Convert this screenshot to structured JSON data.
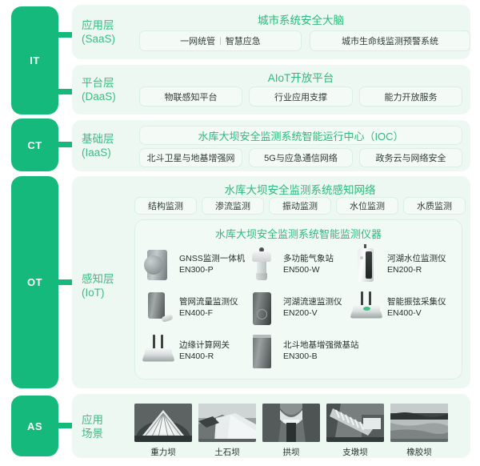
{
  "rails": [
    {
      "label": "IT"
    },
    {
      "label": "CT"
    },
    {
      "label": "OT"
    },
    {
      "label": "AS"
    }
  ],
  "layers": {
    "saas": {
      "label_cn": "应用层",
      "label_en": "(SaaS)",
      "title": "城市系统安全大脑",
      "chips": [
        {
          "parts": [
            "一网统管",
            "智慧应急"
          ],
          "separator": "|"
        },
        {
          "text": "城市生命线监测预警系统"
        }
      ]
    },
    "daas": {
      "label_cn": "平台层",
      "label_en": "(DaaS)",
      "title": "AIoT开放平台",
      "chips": [
        {
          "text": "物联感知平台"
        },
        {
          "text": "行业应用支撑"
        },
        {
          "text": "能力开放服务"
        }
      ]
    },
    "iaas": {
      "label_cn": "基础层",
      "label_en": "(IaaS)",
      "title": "水库大坝安全监测系统智能运行中心（IOC）",
      "chips": [
        {
          "text": "北斗卫星与地基增强网"
        },
        {
          "text": "5G与应急通信网络"
        },
        {
          "text": "政务云与网络安全"
        }
      ]
    },
    "iot": {
      "label_cn": "感知层",
      "label_en": "(IoT)",
      "title": "水库大坝安全监测系统感知网络",
      "chips": [
        {
          "text": "结构监测"
        },
        {
          "text": "渗流监测"
        },
        {
          "text": "振动监测"
        },
        {
          "text": "水位监测"
        },
        {
          "text": "水质监测"
        }
      ],
      "instruments": {
        "title": "水库大坝安全监测系统智能监测仪器",
        "devices": [
          {
            "name": "GNSS监测一体机",
            "model": "EN300-P",
            "icon": "gnss-receiver-icon"
          },
          {
            "name": "多功能气象站",
            "model": "EN500-W",
            "icon": "weather-station-icon"
          },
          {
            "name": "河湖水位监测仪",
            "model": "EN200-R",
            "icon": "water-level-sensor-icon"
          },
          {
            "name": "管网流量监测仪",
            "model": "EN400-F",
            "icon": "pipe-flow-meter-icon"
          },
          {
            "name": "河湖流速监测仪",
            "model": "EN200-V",
            "icon": "flow-velocity-sensor-icon"
          },
          {
            "name": "智能振弦采集仪",
            "model": "EN400-V",
            "icon": "vibrating-wire-gateway-icon"
          },
          {
            "name": "边缘计算网关",
            "model": "EN400-R",
            "icon": "edge-gateway-icon"
          },
          {
            "name": "北斗地基增强微基站",
            "model": "EN300-B",
            "icon": "beidou-base-station-icon"
          }
        ]
      }
    },
    "scenarios": {
      "label_line1": "应用",
      "label_line2": "场景",
      "items": [
        {
          "label": "重力坝",
          "art": "gravity-dam"
        },
        {
          "label": "土石坝",
          "art": "embankment-dam"
        },
        {
          "label": "拱坝",
          "art": "arch-dam"
        },
        {
          "label": "支墩坝",
          "art": "buttress-dam"
        },
        {
          "label": "橡胶坝",
          "art": "rubber-dam"
        }
      ]
    }
  },
  "colors": {
    "rail_green": "#14b97b",
    "panel_bg": "#eef8f2",
    "title_green": "#2cb97c",
    "label_green": "#3dbb84",
    "chip_bg": "#f4fbf7",
    "chip_border": "#d9eee4"
  }
}
